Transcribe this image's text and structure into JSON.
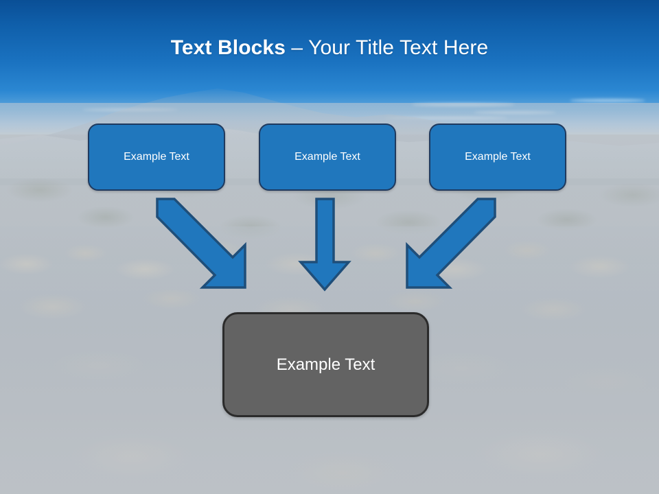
{
  "slide": {
    "title_bold": "Text Blocks",
    "title_separator": " – ",
    "title_light": "Your Title Text Here",
    "title_full": "Text Blocks – Your Title Text Here"
  },
  "colors": {
    "box_blue_fill": "#2077bd",
    "box_blue_border": "#1f3a5f",
    "box_gray_fill": "#636363",
    "box_gray_border": "#2b2b2b",
    "arrow_fill": "#2077bd",
    "arrow_border": "#1f4e79",
    "title_text": "#ffffff",
    "sky_top": "#0a4f96",
    "sky_bottom": "#2b87d2"
  },
  "top_boxes": [
    {
      "label": "Example Text"
    },
    {
      "label": "Example Text"
    },
    {
      "label": "Example Text"
    }
  ],
  "bottom_box": {
    "label": "Example Text"
  },
  "arrows": [
    {
      "name": "arrow-down-right",
      "direction": "down-right"
    },
    {
      "name": "arrow-down",
      "direction": "down"
    },
    {
      "name": "arrow-down-left",
      "direction": "down-left"
    }
  ]
}
